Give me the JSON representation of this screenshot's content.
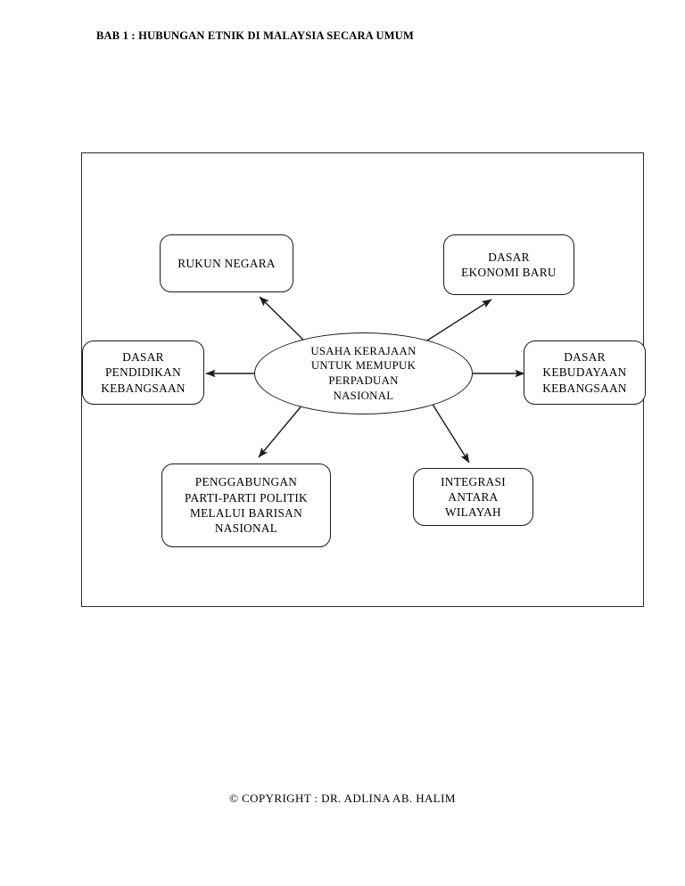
{
  "document": {
    "title": "BAB 1 : HUBUNGAN ETNIK DI MALAYSIA SECARA UMUM",
    "copyright": "© COPYRIGHT : DR. ADLINA AB. HALIM"
  },
  "diagram": {
    "type": "radial-concept-map",
    "center": {
      "id": "usaha-kerajaan",
      "text": "USAHA KERAJAAN\nUNTUK MEMUPUK\nPERPADUAN\nNASIONAL",
      "shape": "ellipse"
    },
    "nodes": [
      {
        "id": "rukun-negara",
        "text": "RUKUN NEGARA",
        "shape": "rounded-rect",
        "position": "top-left"
      },
      {
        "id": "dasar-ekonomi-baru",
        "text": "DASAR\nEKONOMI BARU",
        "shape": "rounded-rect",
        "position": "top-right"
      },
      {
        "id": "dasar-pendidikan-kebangsaan",
        "text": "DASAR\nPENDIDIKAN\nKEBANGSAAN",
        "shape": "rounded-rect",
        "position": "left"
      },
      {
        "id": "dasar-kebudayaan-kebangsaan",
        "text": "DASAR\nKEBUDAYAAN\nKEBANGSAAN",
        "shape": "rounded-rect",
        "position": "right"
      },
      {
        "id": "penggabungan-parti-parti-politik",
        "text": "PENGGABUNGAN\nPARTI-PARTI POLITIK\nMELALUI BARISAN\nNASIONAL",
        "shape": "rounded-rect",
        "position": "bottom-left"
      },
      {
        "id": "integrasi-antara-wilayah",
        "text": "INTEGRASI\nANTARA\nWILAYAH",
        "shape": "rounded-rect",
        "position": "bottom-right"
      }
    ],
    "connectors": [
      {
        "from": "usaha-kerajaan",
        "to": "rukun-negara",
        "style": "solid-arrow"
      },
      {
        "from": "usaha-kerajaan",
        "to": "dasar-ekonomi-baru",
        "style": "solid-arrow"
      },
      {
        "from": "usaha-kerajaan",
        "to": "dasar-pendidikan-kebangsaan",
        "style": "solid-arrow"
      },
      {
        "from": "usaha-kerajaan",
        "to": "dasar-kebudayaan-kebangsaan",
        "style": "solid-arrow"
      },
      {
        "from": "usaha-kerajaan",
        "to": "penggabungan-parti-parti-politik",
        "style": "solid-arrow"
      },
      {
        "from": "usaha-kerajaan",
        "to": "integrasi-antara-wilayah",
        "style": "solid-arrow"
      }
    ],
    "colors": {
      "stroke": "#1a1a1a",
      "frame": "#2b2b2b",
      "background": "#ffffff",
      "text": "#000000"
    }
  }
}
